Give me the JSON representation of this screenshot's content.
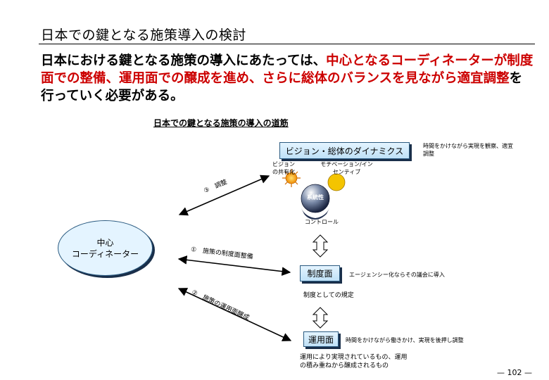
{
  "page": {
    "title": "日本での鍵となる施策導入の検討",
    "headline_black_1": "日本における鍵となる施策の導入にあたっては、",
    "headline_red": "中心となるコーディネーターが制度面での整備、運用面での醸成を進め、さらに総体のバランスを見ながら適宜調整",
    "headline_black_2": "を行っていく必要がある。",
    "page_number": "— 102 —"
  },
  "diagram": {
    "title": "日本での鍵となる施策の導入の道筋",
    "vision_box": "ビジョン・総体のダイナミクス",
    "vision_note": "時間をかけながら実現を観察、適宜調整",
    "vision_sharing_label": "ビジョンの共有化",
    "motivation_label": "モチベーション/インセンティブ",
    "system_sphere_label": "系統性",
    "control_label": "コントロール",
    "coordinator_line1": "中心",
    "coordinator_line2": "コーディネーター",
    "arrow3_label": "③　調整",
    "arrow1_label": "①　施策の制度面整備",
    "arrow2_label": "②　施策の運用面醸成",
    "system_box": "制度面",
    "system_note": "エージェンシー化ならその議会に導入",
    "system_sub": "制度としての規定",
    "ops_box": "運用面",
    "ops_note": "時間をかけながら働きかけ、実現を後押し調整",
    "ops_sub_line1": "運用により実現されているもの、運用",
    "ops_sub_line2": "の積み重ねから醸成されるもの"
  },
  "colors": {
    "accent_red": "#cc0000",
    "box_fill": "#cfe8fa",
    "border": "#2a5a80"
  }
}
